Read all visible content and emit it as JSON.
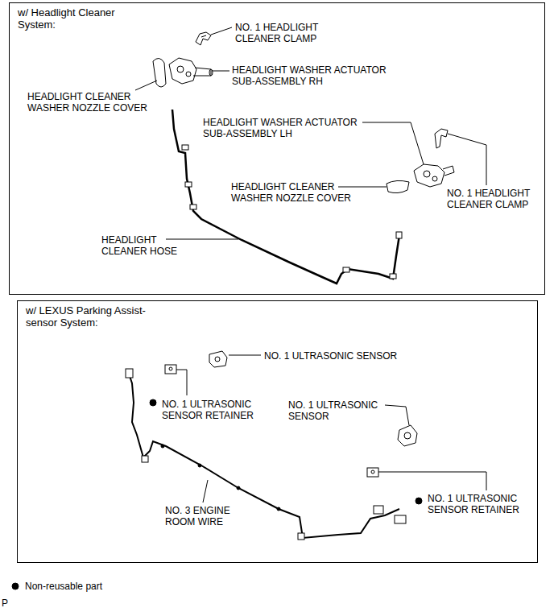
{
  "diagram": {
    "nodes": [
      {
        "text": [
          "w/ Headlight Cleaner System:"
        ]
      },
      {
        "text": [
          "w/ LEXUS Parking Assist-sensor System:"
        ]
      }
    ],
    "edges": [],
    "labels": [
      "NO. 1 HEADLIGHT CLEANER CLAMP",
      "HEADLIGHT WASHER ACTUATOR SUB-ASSEMBLY RH",
      "HEADLIGHT CLEANER WASHER NOZZLE COVER",
      "HEADLIGHT WASHER ACTUATOR SUB-ASSEMBLY LH",
      "HEADLIGHT CLEANER WASHER NOZZLE COVER",
      "NO. 1 HEADLIGHT CLEANER CLAMP",
      "HEADLIGHT CLEANER HOSE",
      "NO. 1 ULTRASONIC SENSOR",
      "NO. 1 ULTRASONIC SENSOR RETAINER",
      "NO. 1 ULTRASONIC SENSOR",
      "NO. 3 ENGINE ROOM WIRE",
      "NO. 1 ULTRASONIC SENSOR RETAINER",
      "P"
    ],
    "legend": [
      {
        "text": "Non-reusable part"
      }
    ]
  }
}
